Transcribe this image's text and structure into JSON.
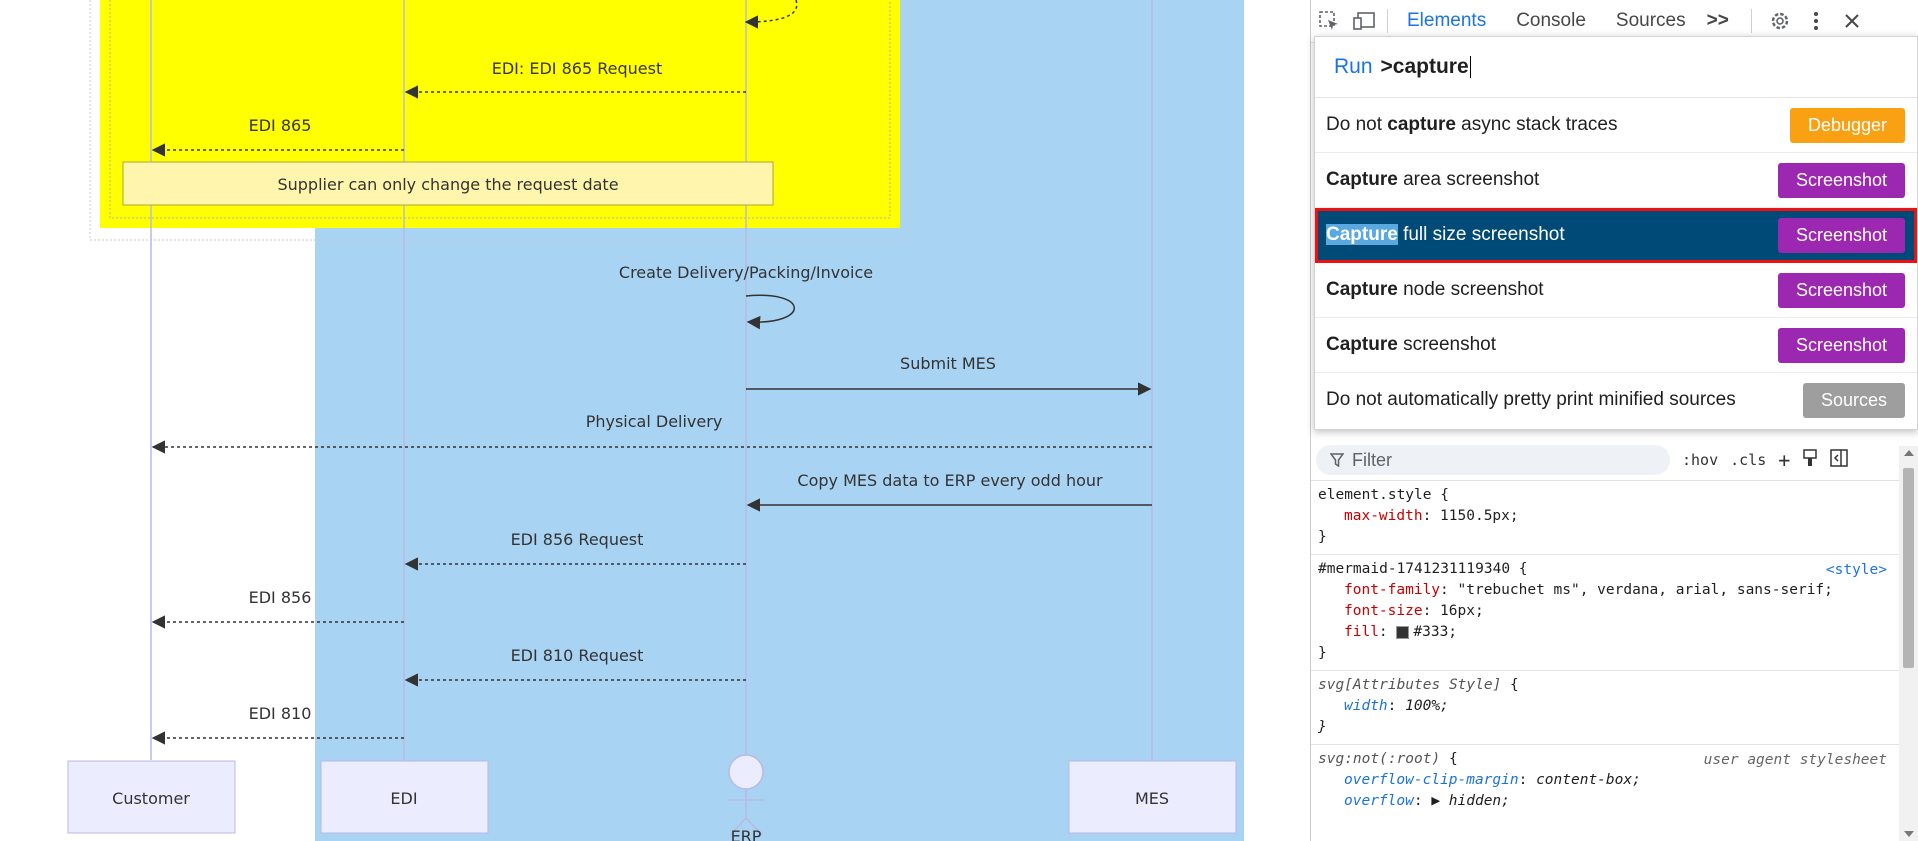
{
  "diagram": {
    "messages": [
      {
        "label": "EDI: EDI 865 Request"
      },
      {
        "label": "EDI 865"
      },
      {
        "label": "Create Delivery/Packing/Invoice"
      },
      {
        "label": "Submit MES"
      },
      {
        "label": "Physical Delivery"
      },
      {
        "label": "Copy MES data to ERP every odd hour"
      },
      {
        "label": "EDI 856 Request"
      },
      {
        "label": "EDI 856"
      },
      {
        "label": "EDI 810 Request"
      },
      {
        "label": "EDI 810"
      }
    ],
    "note": "Supplier can only change the request date",
    "actors": {
      "customer": "Customer",
      "edi": "EDI",
      "erp": "ERP",
      "mes": "MES"
    },
    "colors": {
      "highlight_yellow": "#ffff00",
      "rect_blue": "#a9d3f3",
      "note_fill": "#fff5ad",
      "actor_fill": "#ececff",
      "lifeline": "#b9b9e6"
    }
  },
  "devtools": {
    "tabs": [
      "Elements",
      "Console",
      "Sources"
    ],
    "more_tabs": ">>",
    "icons": [
      "inspect-icon",
      "device-toolbar-icon",
      "settings-icon",
      "more-icon",
      "close-icon"
    ],
    "palette": {
      "prefix": "Run",
      "query": ">capture",
      "items": [
        {
          "pre": "Do not ",
          "bold": "capture",
          "post": " async stack traces",
          "badge": "Debugger",
          "badge_color": "#f9a013"
        },
        {
          "pre": "",
          "bold": "Capture",
          "post": " area screenshot",
          "badge": "Screenshot",
          "badge_color": "#9c27b0"
        },
        {
          "pre": "",
          "bold": "Capture",
          "post": " full size screenshot",
          "badge": "Screenshot",
          "badge_color": "#9c27b0",
          "selected": true
        },
        {
          "pre": "",
          "bold": "Capture",
          "post": " node screenshot",
          "badge": "Screenshot",
          "badge_color": "#9c27b0"
        },
        {
          "pre": "",
          "bold": "Capture",
          "post": " screenshot",
          "badge": "Screenshot",
          "badge_color": "#9c27b0"
        },
        {
          "pre": "Do not automatically pretty print minified sources",
          "bold": "",
          "post": "",
          "badge": "Sources",
          "badge_color": "#9e9e9e"
        }
      ]
    },
    "filter": {
      "placeholder": "Filter",
      "hov": ":hov",
      "cls": ".cls"
    },
    "styles": {
      "rule1": {
        "selector": "element.style",
        "prop": "max-width",
        "value": "1150.5px"
      },
      "rule2": {
        "selector": "#mermaid-1741231119340",
        "source": "<style>",
        "props": [
          {
            "name": "font-family",
            "value": "\"trebuchet ms\", verdana, arial, sans-serif;"
          },
          {
            "name": "font-size",
            "value": "16px;"
          },
          {
            "name": "fill",
            "value": "#333;"
          }
        ]
      },
      "rule3": {
        "selector": "svg[Attributes Style]",
        "prop": "width",
        "value": "100%;"
      },
      "rule4": {
        "selector": "svg:not(:root)",
        "source": "user agent stylesheet",
        "props": [
          {
            "name": "overflow-clip-margin",
            "value": "content-box;"
          },
          {
            "name": "overflow",
            "value": "hidden;"
          }
        ]
      }
    }
  }
}
